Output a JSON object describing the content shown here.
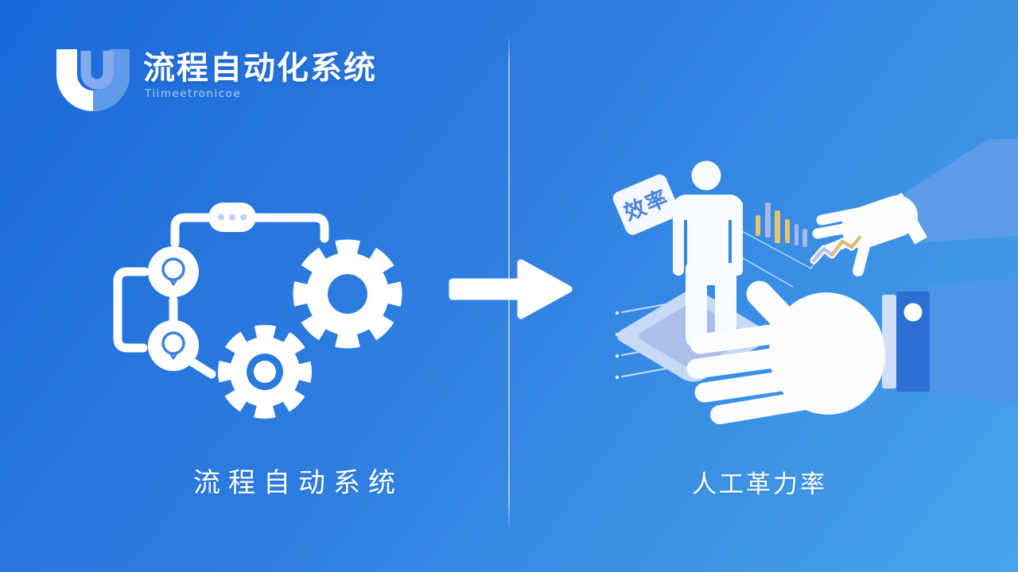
{
  "header": {
    "title": "流程自动化系统",
    "subtitle": "Tiimeetronicoe"
  },
  "left_section": {
    "caption": "流程自动系统"
  },
  "right_section": {
    "caption": "人工革力率",
    "sign_label": "效率"
  },
  "colors": {
    "bg_start": "#1a69d9",
    "bg_end": "#48a4ea",
    "white": "#ffffff",
    "bar_yellow": "#e7c36f",
    "bar_periwinkle": "#aab7e8",
    "cuff_blue": "#2d6fd3",
    "sign_text_blue": "#4a82d8",
    "node_icon_blue": "#3c82dd"
  }
}
